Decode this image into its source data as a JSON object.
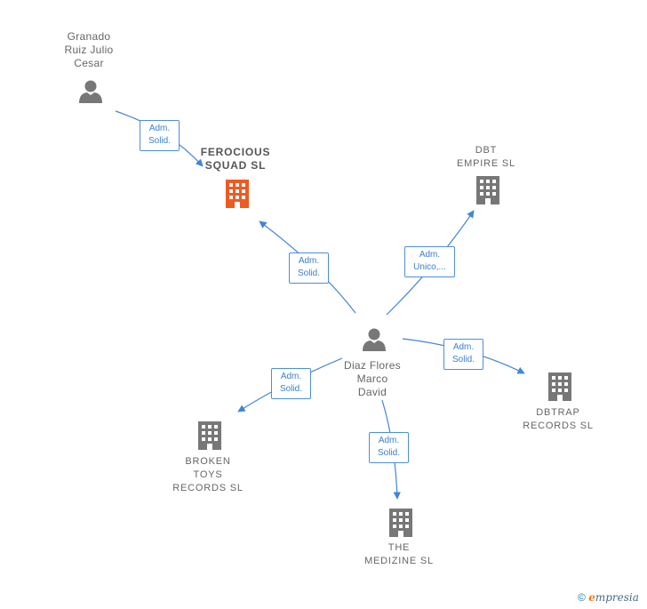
{
  "colors": {
    "edge": "#3f86d8",
    "person": "#777777",
    "company": "#777777",
    "company_main": "#f05a22"
  },
  "nodes": {
    "granado": {
      "label": "Granado\nRuiz Julio\nCesar",
      "icon": "person-icon"
    },
    "diaz": {
      "label": "Diaz Flores\nMarco\nDavid",
      "icon": "person-icon"
    },
    "ferocious": {
      "label": "FEROCIOUS\nSQUAD  SL",
      "icon": "building-icon"
    },
    "dbt": {
      "label": "DBT\nEMPIRE  SL",
      "icon": "building-icon"
    },
    "dbtrap": {
      "label": "DBTRAP\nRECORDS  SL",
      "icon": "building-icon"
    },
    "broken": {
      "label": "BROKEN\nTOYS\nRECORDS  SL",
      "icon": "building-icon"
    },
    "medizine": {
      "label": "THE\nMEDIZINE  SL",
      "icon": "building-icon"
    }
  },
  "edges": {
    "granado_ferocious": "Adm.\nSolid.",
    "diaz_ferocious": "Adm.\nSolid.",
    "diaz_dbt": "Adm.\nUnico,...",
    "diaz_dbtrap": "Adm.\nSolid.",
    "diaz_broken": "Adm.\nSolid.",
    "diaz_medizine": "Adm.\nSolid."
  },
  "footer": {
    "copyright": "©",
    "brand_first": "e",
    "brand_rest": "mpresia"
  }
}
